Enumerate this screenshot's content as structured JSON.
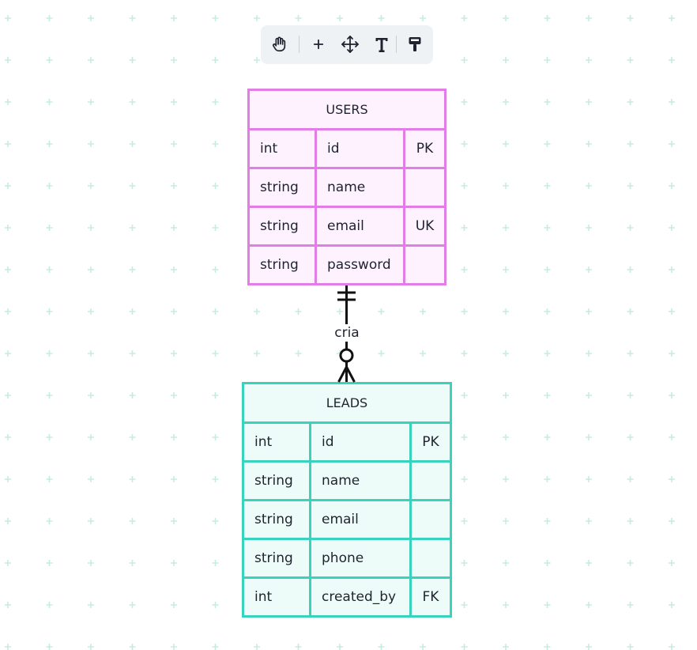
{
  "colors": {
    "grid_cross": "#c6ece1",
    "users_border": "#e27de6",
    "users_fill": "#fdf2fe",
    "leads_border": "#39d2bd",
    "leads_fill": "#eefcf9",
    "line": "#111111",
    "toolbar_bg": "#eef2f5"
  },
  "toolbar": {
    "tools": [
      {
        "name": "hand-icon"
      },
      {
        "name": "plus-icon"
      },
      {
        "name": "move-icon"
      },
      {
        "name": "text-icon"
      },
      {
        "name": "paint-bucket-icon"
      }
    ]
  },
  "entities": {
    "users": {
      "title": "USERS",
      "rows": [
        {
          "type": "int",
          "name": "id",
          "key": "PK"
        },
        {
          "type": "string",
          "name": "name",
          "key": ""
        },
        {
          "type": "string",
          "name": "email",
          "key": "UK"
        },
        {
          "type": "string",
          "name": "password",
          "key": ""
        }
      ]
    },
    "leads": {
      "title": "LEADS",
      "rows": [
        {
          "type": "int",
          "name": "id",
          "key": "PK"
        },
        {
          "type": "string",
          "name": "name",
          "key": ""
        },
        {
          "type": "string",
          "name": "email",
          "key": ""
        },
        {
          "type": "string",
          "name": "phone",
          "key": ""
        },
        {
          "type": "int",
          "name": "created_by",
          "key": "FK"
        }
      ]
    }
  },
  "relationship": {
    "label": "cria",
    "from": "USERS",
    "to": "LEADS",
    "from_cardinality": "exactly-one",
    "to_cardinality": "zero-or-many"
  }
}
